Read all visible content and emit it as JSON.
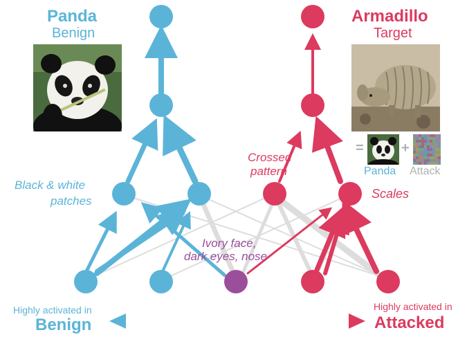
{
  "left_class": {
    "name": "Panda",
    "role": "Benign"
  },
  "right_class": {
    "name": "Armadillo",
    "role": "Target"
  },
  "features": {
    "black_white": [
      "Black & white",
      "patches"
    ],
    "crossed": [
      "Crossed",
      "pattern"
    ],
    "scales": "Scales",
    "ivory": [
      "Ivory face,",
      "dark eyes, nose"
    ]
  },
  "formula": {
    "equals": "=",
    "plus": "+",
    "panda_label": "Panda",
    "attack_label": "Attack"
  },
  "bottom": {
    "left_small": "Highly activated in",
    "left_big": "Benign",
    "right_small": "Highly activated in",
    "right_big": "Attacked"
  },
  "colors": {
    "benign": "#5bb4d8",
    "attacked": "#dc3a5e",
    "shared": "#9b4f9a",
    "inactive_edge": "#d9d9d9",
    "attack_caption": "#b0b0b0"
  },
  "images": [
    {
      "name": "panda-photo",
      "depicts": "giant panda"
    },
    {
      "name": "armadillo-photo",
      "depicts": "armadillo"
    },
    {
      "name": "panda-thumbnail",
      "depicts": "giant panda"
    },
    {
      "name": "attack-noise-thumbnail",
      "depicts": "adversarial noise pattern"
    }
  ]
}
